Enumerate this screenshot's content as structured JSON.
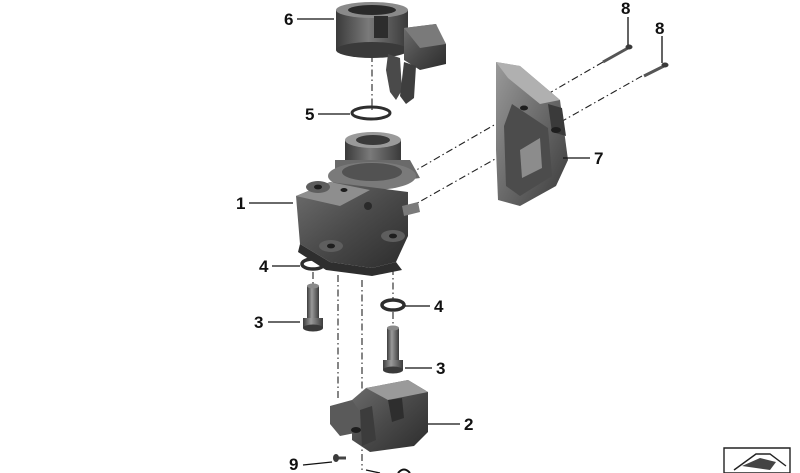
{
  "diagram": {
    "callouts": [
      {
        "id": "callout-6",
        "label": "6"
      },
      {
        "id": "callout-8a",
        "label": "8"
      },
      {
        "id": "callout-8b",
        "label": "8"
      },
      {
        "id": "callout-5",
        "label": "5"
      },
      {
        "id": "callout-7",
        "label": "7"
      },
      {
        "id": "callout-1",
        "label": "1"
      },
      {
        "id": "callout-4a",
        "label": "4"
      },
      {
        "id": "callout-4b",
        "label": "4"
      },
      {
        "id": "callout-3a",
        "label": "3"
      },
      {
        "id": "callout-3b",
        "label": "3"
      },
      {
        "id": "callout-2",
        "label": "2"
      },
      {
        "id": "callout-9",
        "label": "9"
      }
    ],
    "colors": {
      "part_dark": "#3d3d3d",
      "part_mid": "#5a5a5a",
      "part_light": "#8a8a8a",
      "highlight": "#b9b9b9",
      "line": "#111111",
      "background": "#ffffff"
    }
  }
}
